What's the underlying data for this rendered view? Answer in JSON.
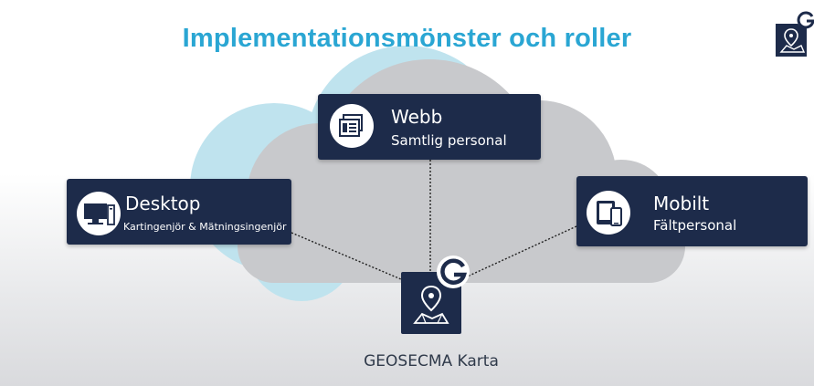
{
  "slide": {
    "title": "Implementationsmönster och roller",
    "colors": {
      "title": "#2aa6d3",
      "card_bg": "#1d2b4a",
      "cloud_back": "#bfe3ee",
      "cloud_front": "#c8c9cc",
      "text_dark": "#2f3a4a"
    }
  },
  "nodes": {
    "webb": {
      "title": "Webb",
      "subtitle": "Samtlig personal",
      "icon": "web-window-icon"
    },
    "desktop": {
      "title": "Desktop",
      "subtitle": "Kartingenjör & Mätningsingenjör",
      "icon": "desktop-computer-icon"
    },
    "mobilt": {
      "title": "Mobilt",
      "subtitle": "Fältpersonal",
      "icon": "mobile-tablet-icon"
    }
  },
  "center": {
    "label": "GEOSECMA Karta",
    "icon": "map-pin-icon",
    "badge_icon": "geosecma-g-logo-icon"
  },
  "connections": [
    "webb",
    "desktop",
    "mobilt"
  ]
}
